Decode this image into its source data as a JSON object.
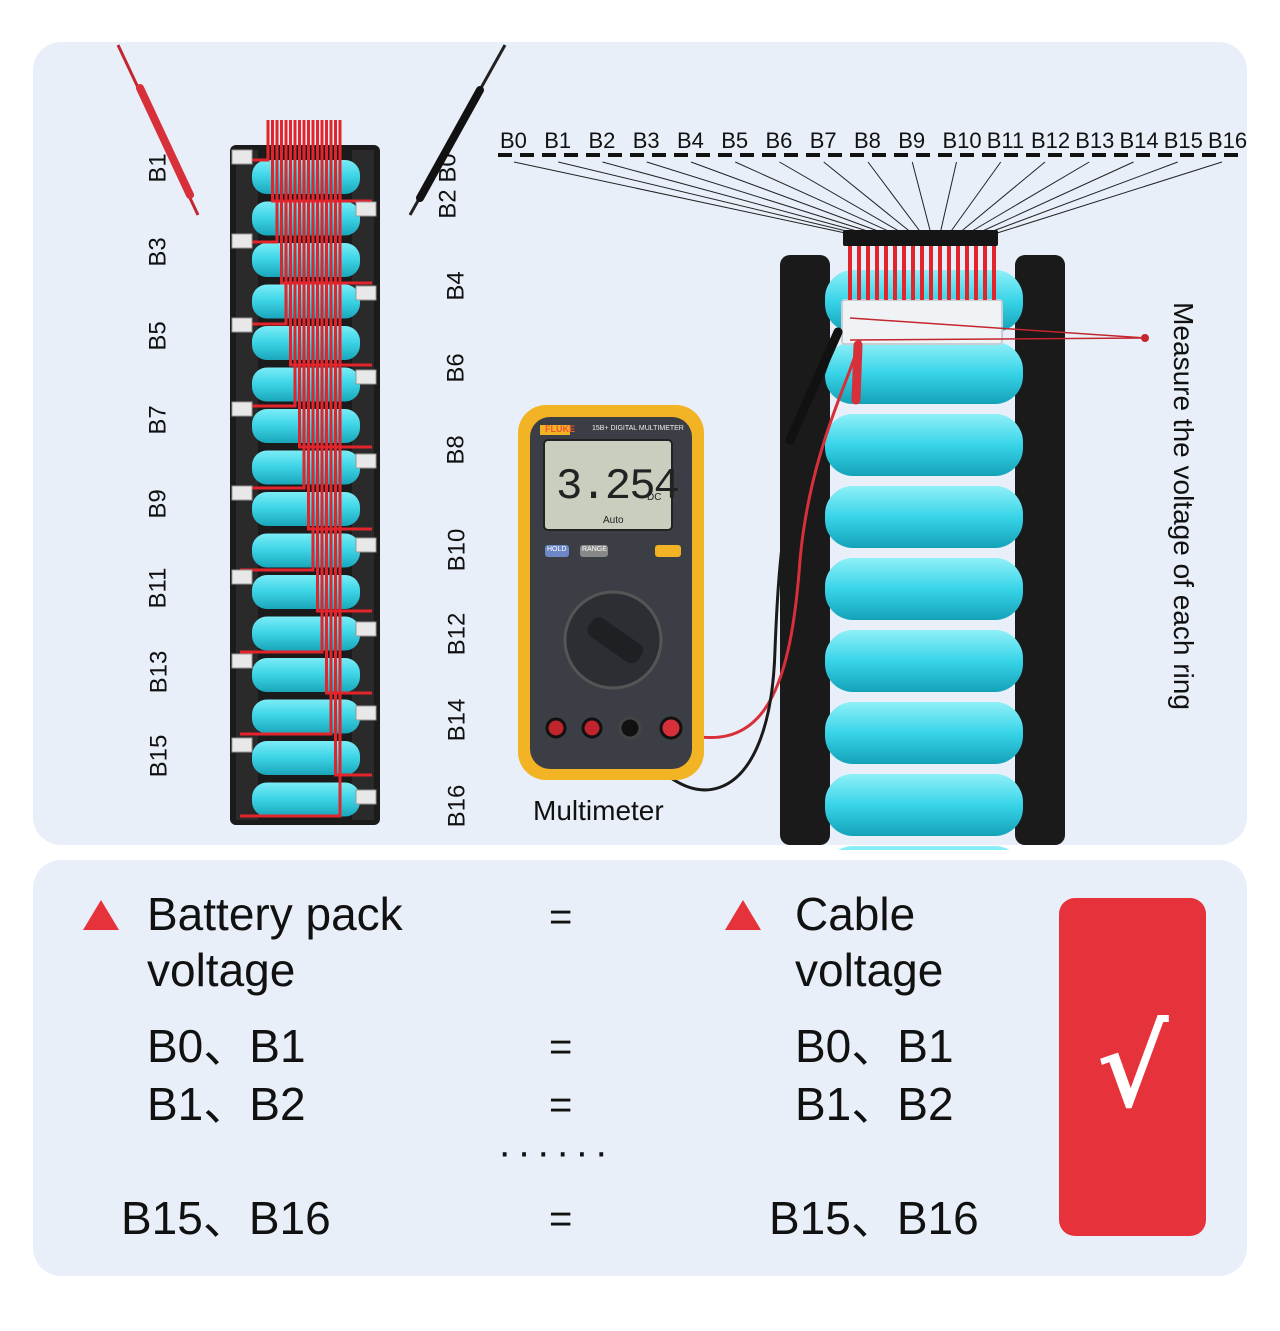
{
  "left_pack": {
    "left_labels": [
      "B1",
      "B3",
      "B5",
      "B7",
      "B9",
      "B11",
      "B13",
      "B15"
    ],
    "right_labels": [
      "B2 B0",
      "B4",
      "B6",
      "B8",
      "B10",
      "B12",
      "B14",
      "B16"
    ]
  },
  "cable_labels": [
    "B0",
    "B1",
    "B2",
    "B3",
    "B4",
    "B5",
    "B6",
    "B7",
    "B8",
    "B9",
    "B10",
    "B11",
    "B12",
    "B13",
    "B14",
    "B15",
    "B16"
  ],
  "measure_text": "Measure the voltage of each ring",
  "multimeter": {
    "caption": "Multimeter",
    "reading": "3.254",
    "brand": "FLUKE",
    "model": "15B+ DIGITAL MULTIMETER",
    "hold_label": "HOLD",
    "range_label": "RANGE",
    "auto_label": "Auto",
    "dc_label": "DC"
  },
  "comparison": {
    "left_heading_line1": "Battery pack",
    "left_heading_line2": "voltage",
    "right_heading_line1": "Cable",
    "right_heading_line2": "voltage",
    "equals": "=",
    "rows": [
      {
        "left": "B0、B1",
        "right": "B0、B1"
      },
      {
        "left": "B1、B2",
        "right": "B1、B2"
      },
      {
        "left": "B15、B16",
        "right": "B15、B16"
      }
    ],
    "ellipsis": "······",
    "check": "√",
    "colors": {
      "accent": "#e5323b",
      "cell": "#3fd6e8",
      "panel": "#e9eff8"
    }
  }
}
